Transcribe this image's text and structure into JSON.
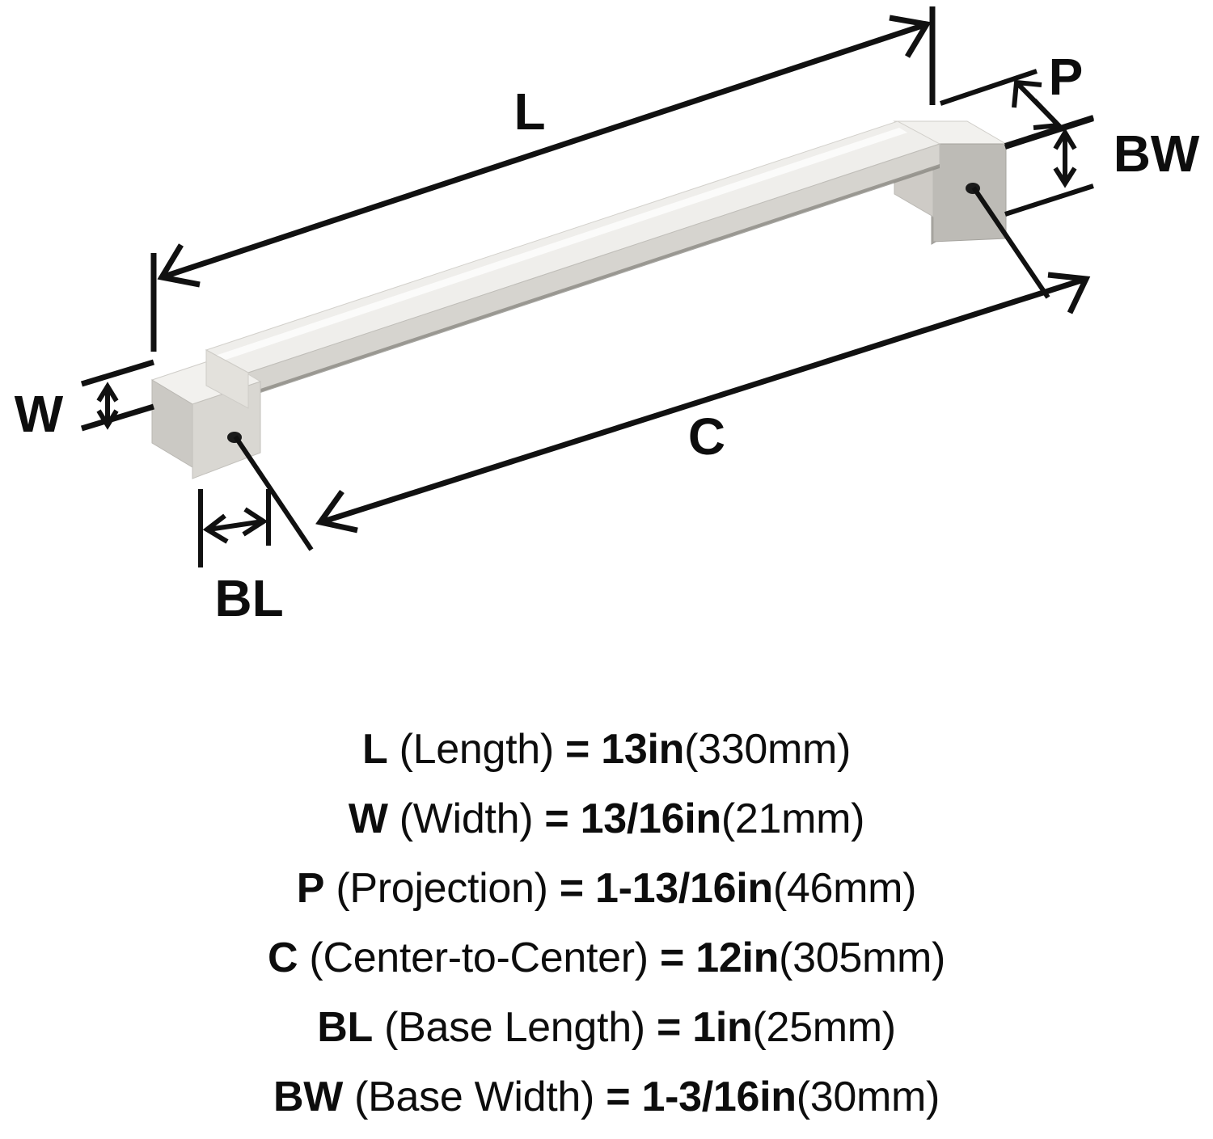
{
  "diagram": {
    "title_alt": "Cabinet bar pull dimension diagram",
    "dimension_labels": {
      "length": "L",
      "width": "W",
      "projection": "P",
      "center_to_center": "C",
      "base_length": "BL",
      "base_width": "BW"
    },
    "colors": {
      "line": "#111111",
      "text": "#0d0d0d",
      "background": "#ffffff",
      "bar_top": "#efeeeb",
      "bar_face": "#d6d4cf",
      "bar_highlight": "#fbfbfa",
      "bar_edge_dark": "#6e6c68",
      "post_top": "#f2f1ee",
      "post_front_left": "#d9d7d2",
      "post_front_right": "#bdbbb6",
      "post_side": "#a9a7a2",
      "screw_hole": "#1b1b1b"
    }
  },
  "legend": {
    "rows": [
      {
        "symbol": "L",
        "description": "(Length)",
        "equals": "=",
        "value_in": "13in",
        "value_mm": "(330mm)"
      },
      {
        "symbol": "W",
        "description": "(Width)",
        "equals": "=",
        "value_in": "13/16in",
        "value_mm": "(21mm)"
      },
      {
        "symbol": "P",
        "description": "(Projection)",
        "equals": "=",
        "value_in": "1-13/16in",
        "value_mm": "(46mm)"
      },
      {
        "symbol": "C",
        "description": "(Center-to-Center)",
        "equals": "=",
        "value_in": "12in",
        "value_mm": "(305mm)"
      },
      {
        "symbol": "BL",
        "description": "(Base Length)",
        "equals": "=",
        "value_in": "1in",
        "value_mm": "(25mm)"
      },
      {
        "symbol": "BW",
        "description": "(Base Width)",
        "equals": "=",
        "value_in": "1-3/16in",
        "value_mm": "(30mm)"
      }
    ]
  }
}
